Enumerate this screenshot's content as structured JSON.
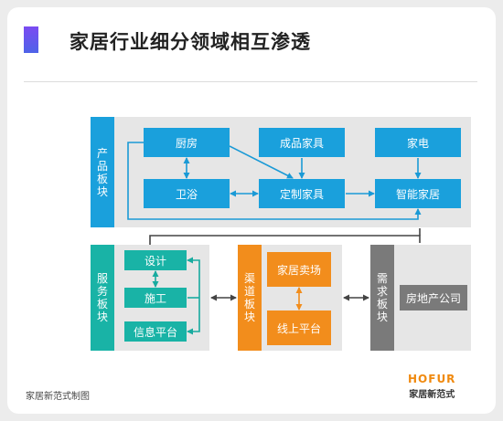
{
  "title": "家居行业细分领域相互渗透",
  "caption": "家居新范式制图",
  "logo": {
    "en": "HOFUR",
    "cn": "家居新范式"
  },
  "sections": {
    "product": {
      "label": "产品板块",
      "boxes": {
        "kitchen": "厨房",
        "furniture": "成品家具",
        "appliance": "家电",
        "bath": "卫浴",
        "custom": "定制家具",
        "smart": "智能家居"
      }
    },
    "service": {
      "label": "服务板块",
      "boxes": {
        "design": "设计",
        "construction": "施工",
        "info": "信息平台"
      }
    },
    "channel": {
      "label": "渠道板块",
      "boxes": {
        "store": "家居卖场",
        "online": "线上平台"
      }
    },
    "demand": {
      "label": "需求板块",
      "boxes": {
        "realestate": "房地产公司"
      }
    }
  },
  "colors": {
    "product": "#1aa0dc",
    "service": "#19b3a6",
    "channel": "#f28d1c",
    "demand": "#7a7a7a",
    "accent": "#6a55ee"
  }
}
